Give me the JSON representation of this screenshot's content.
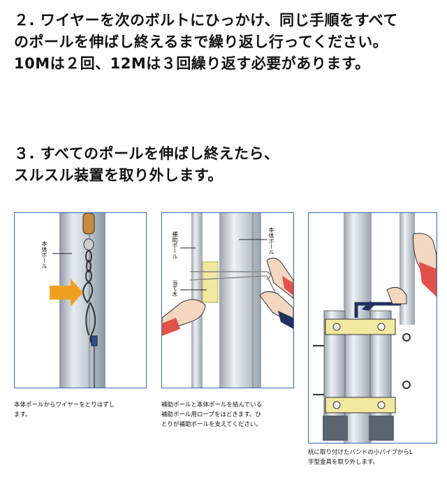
{
  "step2": {
    "lines": [
      "２. ワイヤーを次のボルトにひっかけ、同じ手順をすべて",
      "のポールを伸ばし終えるまで繰り返し行ってください。",
      "10Mは２回、12Mは３回繰り返す必要があります。"
    ]
  },
  "step3": {
    "lines": [
      "３. すべてのポールを伸ばし終えたら、",
      "スルスル装置を取り外します。"
    ]
  },
  "panels": [
    {
      "labels": {
        "main_pole": "本体ポール"
      },
      "caption_lines": [
        "本体ポールからワイヤーをとりはずし",
        "ます。"
      ]
    },
    {
      "labels": {
        "aux_pole": "補助ポール",
        "main_pole": "本体ポール",
        "pad": "当て木"
      },
      "caption_lines": [
        "補助ポールと本体ポールを結んでいる",
        "補助ポール用ロープをほどきます。ひ",
        "とりが補助ポールを支えてください。"
      ]
    },
    {
      "caption_lines": [
        "杭に取り付けたバンドの小パイプからL",
        "字型金具を取り外します。"
      ]
    }
  ],
  "colors": {
    "border": "#2a6bb0",
    "pole": "#b9c3cc",
    "arrow": "#f0a020",
    "skin": "#f3d7c0",
    "sleeve": "#e2504a",
    "band": "#f2e8a0"
  }
}
